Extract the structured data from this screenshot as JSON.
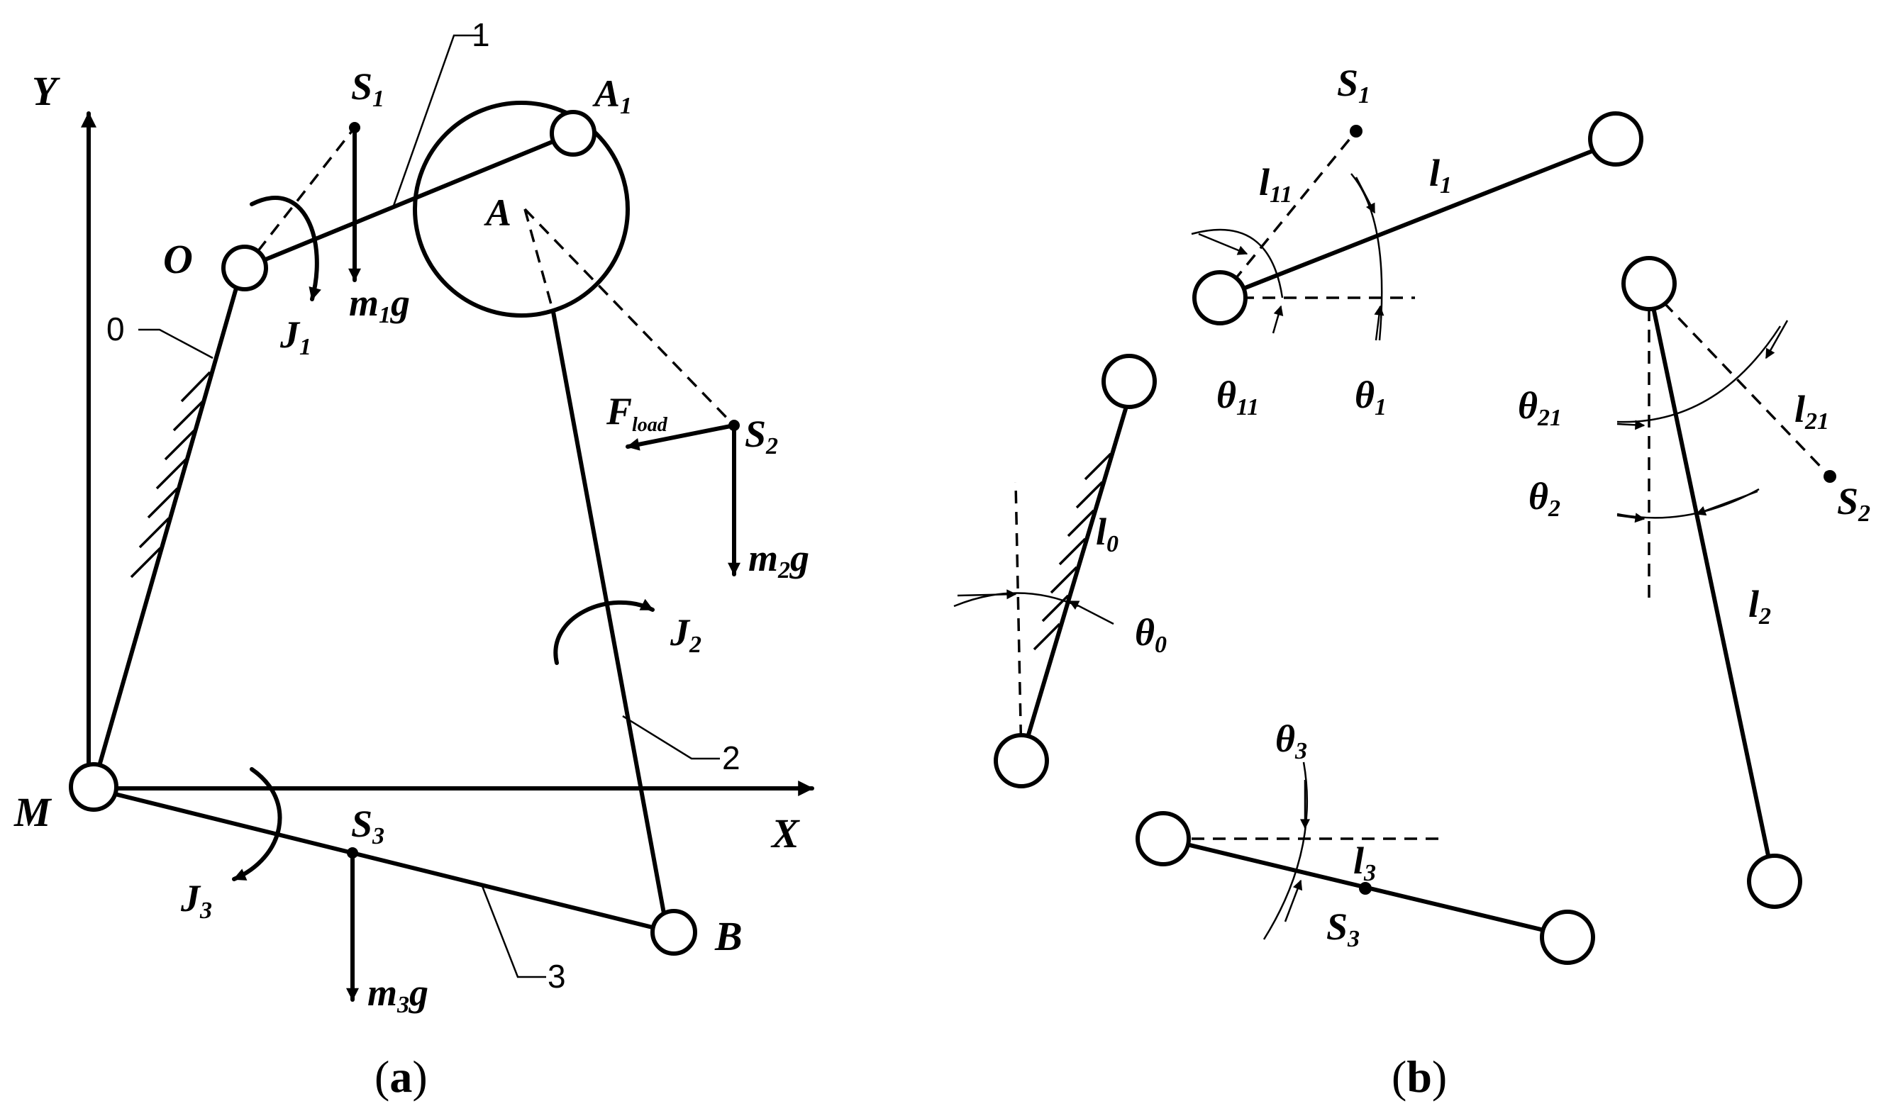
{
  "panel_a": {
    "caption": {
      "open": "(",
      "letter": "a",
      "close": ")"
    },
    "axis_x": "X",
    "axis_y": "Y",
    "points": {
      "O": "O",
      "M": "M",
      "A": "A",
      "A1": "A",
      "A1_sub": "1",
      "B": "B"
    },
    "centers": {
      "S1": "S",
      "S1_sub": "1",
      "S2": "S",
      "S2_sub": "2",
      "S3": "S",
      "S3_sub": "3"
    },
    "forces": {
      "m1g": "m",
      "m1g_sub": "1",
      "m1g_g": "g",
      "m2g": "m",
      "m2g_sub": "2",
      "m2g_g": "g",
      "m3g": "m",
      "m3g_sub": "3",
      "m3g_g": "g",
      "fload": "F",
      "fload_sub": "load"
    },
    "inertias": {
      "J1": "J",
      "J1_sub": "1",
      "J2": "J",
      "J2_sub": "2",
      "J3": "J",
      "J3_sub": "3"
    },
    "link_numbers": {
      "l0": "0",
      "l1": "1",
      "l2": "2",
      "l3": "3"
    }
  },
  "panel_b": {
    "caption": {
      "open": "(",
      "letter": "b",
      "close": ")"
    },
    "lengths": {
      "l0": "l",
      "l0_sub": "0",
      "l1": "l",
      "l1_sub": "1",
      "l11": "l",
      "l11_sub": "11",
      "l2": "l",
      "l2_sub": "2",
      "l21": "l",
      "l21_sub": "21",
      "l3": "l",
      "l3_sub": "3"
    },
    "angles": {
      "t0": "θ",
      "t0_sub": "0",
      "t1": "θ",
      "t1_sub": "1",
      "t11": "θ",
      "t11_sub": "11",
      "t2": "θ",
      "t2_sub": "2",
      "t21": "θ",
      "t21_sub": "21",
      "t3": "θ",
      "t3_sub": "3"
    },
    "centers": {
      "S1": "S",
      "S1_sub": "1",
      "S2": "S",
      "S2_sub": "2",
      "S3": "S",
      "S3_sub": "3"
    }
  }
}
